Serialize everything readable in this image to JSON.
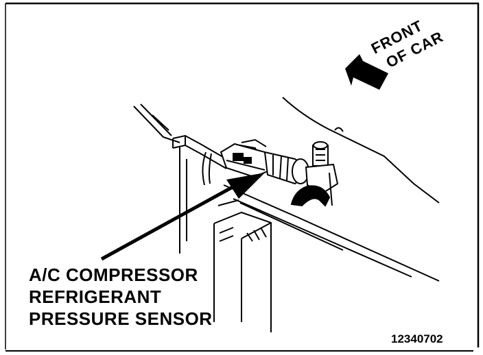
{
  "callout": {
    "line1": "A/C COMPRESSOR",
    "line2": "REFRIGERANT",
    "line3": "PRESSURE SENSOR"
  },
  "front_label": {
    "line1": "FRONT",
    "line2": "OF CAR"
  },
  "figure_code": "12340702",
  "colors": {
    "ink": "#000000",
    "paper": "#ffffff"
  }
}
